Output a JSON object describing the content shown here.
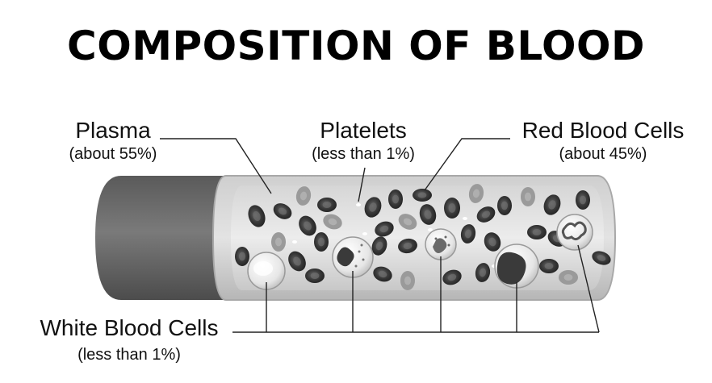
{
  "title": "COMPOSITION OF BLOOD",
  "labels": {
    "plasma": {
      "name": "Plasma",
      "share": "(about 55%)"
    },
    "platelets": {
      "name": "Platelets",
      "share": "(less than 1%)"
    },
    "red_blood_cells": {
      "name": "Red Blood Cells",
      "share": "(about 45%)"
    },
    "white_blood_cells": {
      "name": "White Blood Cells",
      "share": "(less than 1%)"
    }
  },
  "colors": {
    "tube_end": "#6a6a6a",
    "vessel": "#bdbdbd",
    "red_cell": "#3c3c3c",
    "faded_cell": "#9a9a9a",
    "white_cell": "#f2f2f2",
    "leader_line": "#222222"
  },
  "counts_shown": {
    "white_blood_cells": 5
  }
}
